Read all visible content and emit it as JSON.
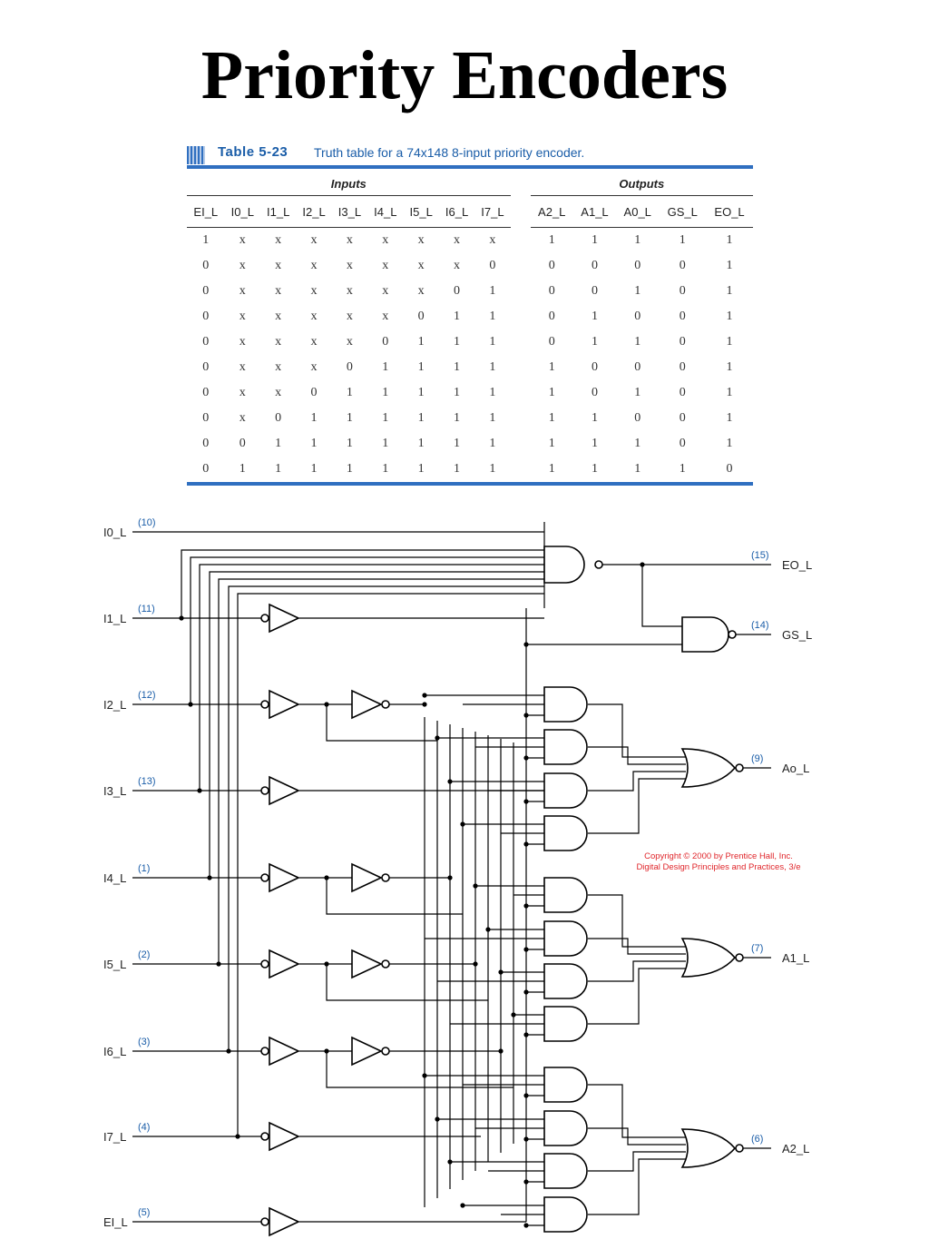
{
  "title": "Priority Encoders",
  "table": {
    "number": "Table 5-23",
    "caption": "Truth table for a 74x148 8-input priority encoder.",
    "inputs_label": "Inputs",
    "outputs_label": "Outputs",
    "input_headers": [
      "EI_L",
      "I0_L",
      "I1_L",
      "I2_L",
      "I3_L",
      "I4_L",
      "I5_L",
      "I6_L",
      "I7_L"
    ],
    "output_headers": [
      "A2_L",
      "A1_L",
      "A0_L",
      "GS_L",
      "EO_L"
    ],
    "rows": [
      {
        "in": [
          "1",
          "x",
          "x",
          "x",
          "x",
          "x",
          "x",
          "x",
          "x"
        ],
        "out": [
          "1",
          "1",
          "1",
          "1",
          "1"
        ]
      },
      {
        "in": [
          "0",
          "x",
          "x",
          "x",
          "x",
          "x",
          "x",
          "x",
          "0"
        ],
        "out": [
          "0",
          "0",
          "0",
          "0",
          "1"
        ]
      },
      {
        "in": [
          "0",
          "x",
          "x",
          "x",
          "x",
          "x",
          "x",
          "0",
          "1"
        ],
        "out": [
          "0",
          "0",
          "1",
          "0",
          "1"
        ]
      },
      {
        "in": [
          "0",
          "x",
          "x",
          "x",
          "x",
          "x",
          "0",
          "1",
          "1"
        ],
        "out": [
          "0",
          "1",
          "0",
          "0",
          "1"
        ]
      },
      {
        "in": [
          "0",
          "x",
          "x",
          "x",
          "x",
          "0",
          "1",
          "1",
          "1"
        ],
        "out": [
          "0",
          "1",
          "1",
          "0",
          "1"
        ]
      },
      {
        "in": [
          "0",
          "x",
          "x",
          "x",
          "0",
          "1",
          "1",
          "1",
          "1"
        ],
        "out": [
          "1",
          "0",
          "0",
          "0",
          "1"
        ]
      },
      {
        "in": [
          "0",
          "x",
          "x",
          "0",
          "1",
          "1",
          "1",
          "1",
          "1"
        ],
        "out": [
          "1",
          "0",
          "1",
          "0",
          "1"
        ]
      },
      {
        "in": [
          "0",
          "x",
          "0",
          "1",
          "1",
          "1",
          "1",
          "1",
          "1"
        ],
        "out": [
          "1",
          "1",
          "0",
          "0",
          "1"
        ]
      },
      {
        "in": [
          "0",
          "0",
          "1",
          "1",
          "1",
          "1",
          "1",
          "1",
          "1"
        ],
        "out": [
          "1",
          "1",
          "1",
          "0",
          "1"
        ]
      },
      {
        "in": [
          "0",
          "1",
          "1",
          "1",
          "1",
          "1",
          "1",
          "1",
          "1"
        ],
        "out": [
          "1",
          "1",
          "1",
          "1",
          "0"
        ]
      }
    ]
  },
  "circuit": {
    "inputs": [
      {
        "label": "I0_L",
        "pin": "(10)"
      },
      {
        "label": "I1_L",
        "pin": "(11)"
      },
      {
        "label": "I2_L",
        "pin": "(12)"
      },
      {
        "label": "I3_L",
        "pin": "(13)"
      },
      {
        "label": "I4_L",
        "pin": "(1)"
      },
      {
        "label": "I5_L",
        "pin": "(2)"
      },
      {
        "label": "I6_L",
        "pin": "(3)"
      },
      {
        "label": "I7_L",
        "pin": "(4)"
      },
      {
        "label": "EI_L",
        "pin": "(5)"
      }
    ],
    "outputs": [
      {
        "label": "EO_L",
        "pin": "(15)"
      },
      {
        "label": "GS_L",
        "pin": "(14)"
      },
      {
        "label": "Ao_L",
        "pin": "(9)"
      },
      {
        "label": "A1_L",
        "pin": "(7)"
      },
      {
        "label": "A2_L",
        "pin": "(6)"
      }
    ],
    "copyright_line1": "Copyright © 2000 by Prentice Hall, Inc.",
    "copyright_line2": "Digital Design Principles and Practices, 3/e"
  }
}
